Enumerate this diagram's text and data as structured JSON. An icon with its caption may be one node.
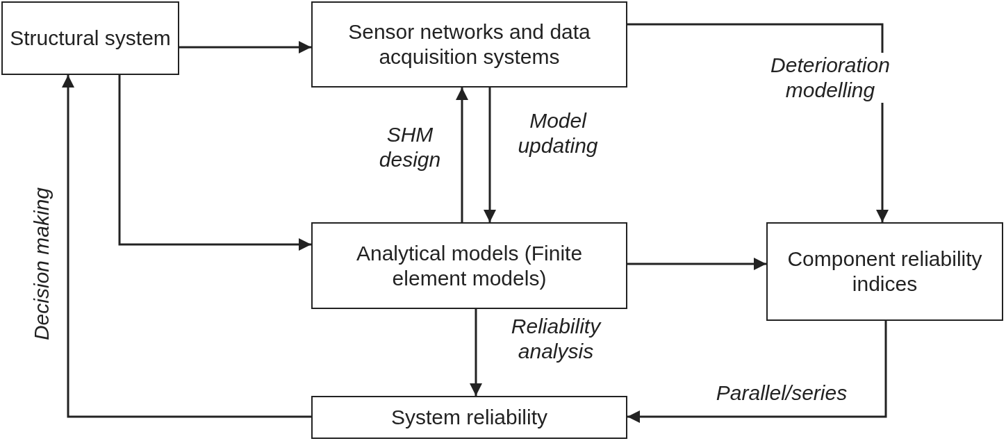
{
  "diagram": {
    "nodes": [
      {
        "text": [
          "Structural system"
        ]
      },
      {
        "text": [
          "Sensor networks and data acquisition systems"
        ]
      },
      {
        "text": [
          "Analytical models (Finite element models)"
        ]
      },
      {
        "text": [
          "Component reliability indices"
        ]
      },
      {
        "text": [
          "System reliability"
        ]
      }
    ],
    "edges": [
      {
        "from": 0,
        "to": 1,
        "arrow": "to"
      },
      {
        "from": 0,
        "to": 2,
        "arrow": "to"
      },
      {
        "from": 2,
        "to": 1,
        "arrow": "to",
        "label": "SHM design"
      },
      {
        "from": 1,
        "to": 2,
        "arrow": "to",
        "label": "Model updating"
      },
      {
        "from": 1,
        "to": 3,
        "arrow": "to",
        "label": "Deterioration modelling"
      },
      {
        "from": 2,
        "to": 3,
        "arrow": "to"
      },
      {
        "from": 2,
        "to": 4,
        "arrow": "to",
        "label": "Reliability analysis"
      },
      {
        "from": 3,
        "to": 4,
        "arrow": "to",
        "label": "Parallel/series"
      },
      {
        "from": 4,
        "to": 0,
        "arrow": "to",
        "label": "Decision making"
      }
    ]
  }
}
